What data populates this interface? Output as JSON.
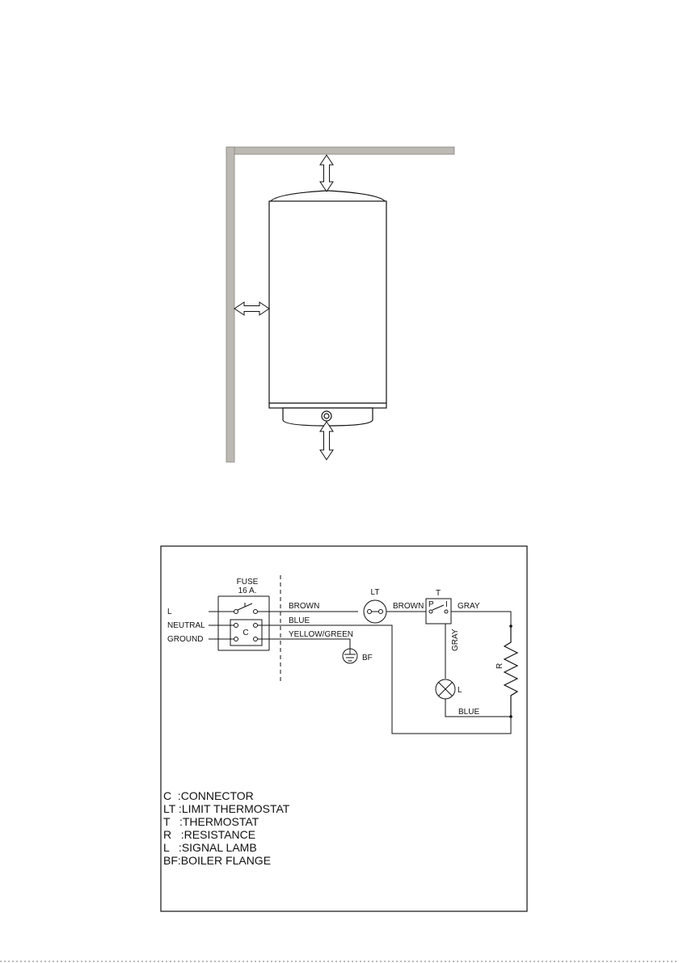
{
  "colors": {
    "wall_fill": "#bcb8b3",
    "wall_edge": "#8a8580",
    "line": "#111111",
    "background": "#ffffff"
  },
  "install": {
    "arrows": [
      "top-clearance-arrow",
      "side-clearance-arrow",
      "bottom-clearance-arrow"
    ]
  },
  "wiring": {
    "fuse_label": "FUSE",
    "fuse_rating": "16 A.",
    "terminal_L": "L",
    "terminal_neutral": "NEUTRAL",
    "terminal_ground": "GROUND",
    "connector_letter": "C",
    "wire_brown_1": "BROWN",
    "wire_blue_1": "BLUE",
    "wire_yellow_green": "YELLOW/GREEN",
    "limit_thermostat_label": "LT",
    "wire_brown_2": "BROWN",
    "thermostat_label": "T",
    "thermostat_p": "P",
    "thermostat_i": "I",
    "wire_gray_1": "GRAY",
    "wire_gray_2": "GRAY",
    "boiler_flange_label": "BF",
    "resistance_label": "R",
    "lamp_label": "L",
    "wire_blue_2": "BLUE"
  },
  "legend": [
    "C  :CONNECTOR",
    "LT :LIMIT THERMOSTAT",
    "T   :THERMOSTAT",
    "R   :RESISTANCE",
    "L   :SIGNAL LAMB",
    "BF:BOILER FLANGE"
  ]
}
